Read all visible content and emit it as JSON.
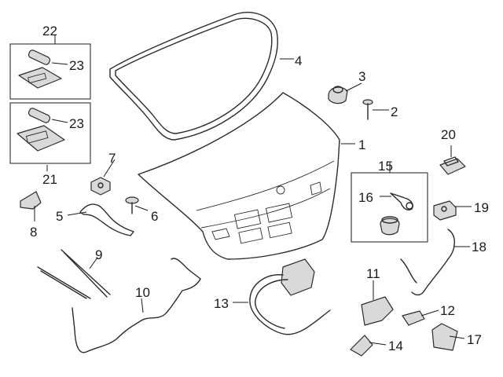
{
  "diagram": {
    "callouts": {
      "c1": "1",
      "c2": "2",
      "c3": "3",
      "c4": "4",
      "c5": "5",
      "c6": "6",
      "c7": "7",
      "c8": "8",
      "c9": "9",
      "c10": "10",
      "c11": "11",
      "c12": "12",
      "c13": "13",
      "c14": "14",
      "c15": "15",
      "c16": "16",
      "c17": "17",
      "c18": "18",
      "c19": "19",
      "c20": "20",
      "c21": "21",
      "c22": "22",
      "c23a": "23",
      "c23b": "23"
    },
    "colors": {
      "line": "#2b2b2b",
      "shade": "#d9d9d9",
      "background": "#ffffff"
    }
  }
}
